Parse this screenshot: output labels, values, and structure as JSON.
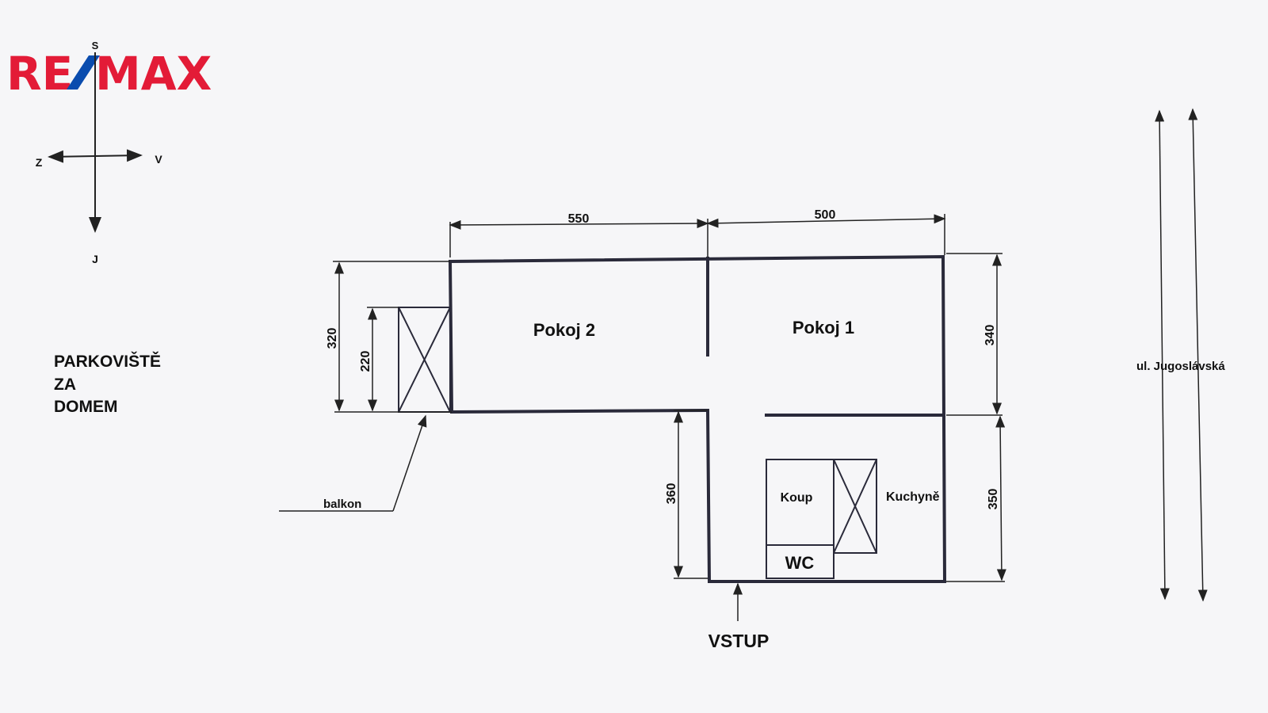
{
  "logo": {
    "text": "RE/MAX",
    "red": "#e31b37",
    "blue": "#0a4cae"
  },
  "compass": {
    "north": "S",
    "south": "J",
    "west": "Z",
    "east": "V"
  },
  "labels": {
    "parking": [
      "PARKOVIŠTĚ",
      "ZA",
      "DOMEM"
    ],
    "room2": "Pokoj 2",
    "room1": "Pokoj 1",
    "bathroom": "Koup",
    "wc": "WC",
    "kitchen": "Kuchyně",
    "balcony": "balkon",
    "entrance": "VSTUP",
    "street": "ul. Jugoslávská"
  },
  "dimensions": {
    "top_left": "550",
    "top_right": "500",
    "left_outer": "320",
    "left_balcony": "220",
    "right_top": "340",
    "right_bottom": "350",
    "middle": "360"
  }
}
